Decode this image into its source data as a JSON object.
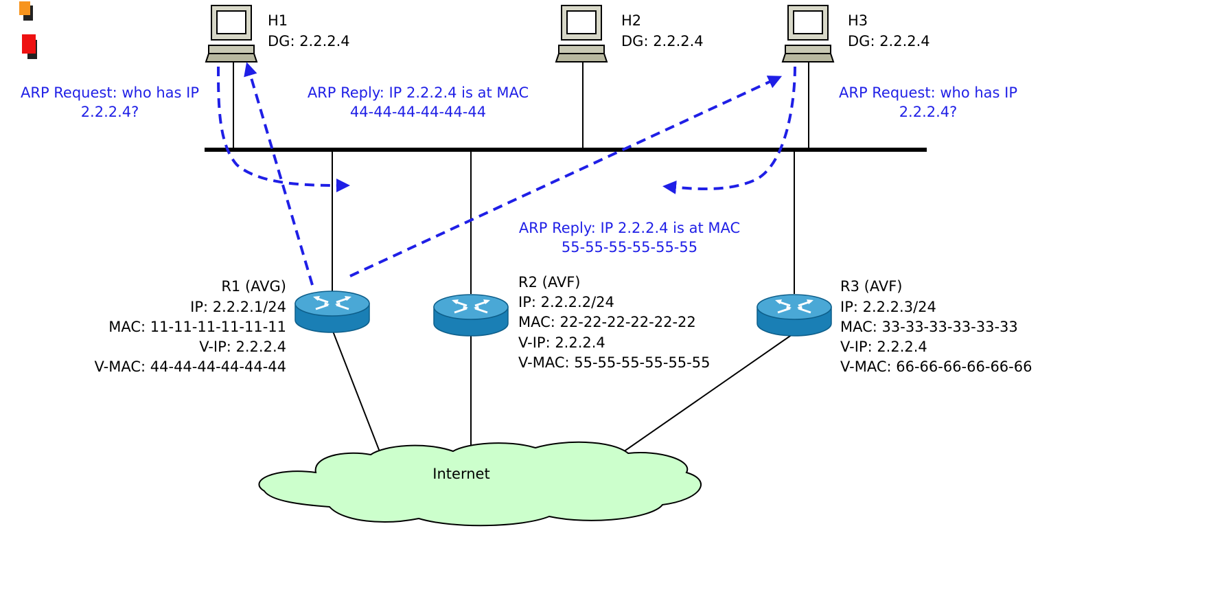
{
  "colors": {
    "annotation": "#1f1fe6",
    "router_top": "#4aa8d6",
    "router_side": "#1a7fb5",
    "cloud": "#ccffcc",
    "bullet_orange": "#f7941d",
    "bullet_red": "#ee1111"
  },
  "icons": {
    "host": "desktop-computer-icon",
    "router": "router-icon",
    "cloud": "cloud-icon"
  },
  "hosts": [
    {
      "name": "H1",
      "dg": "DG: 2.2.2.4"
    },
    {
      "name": "H2",
      "dg": "DG: 2.2.2.4"
    },
    {
      "name": "H3",
      "dg": "DG: 2.2.2.4"
    }
  ],
  "routers": [
    {
      "name": "R1 (AVG)",
      "ip": "IP: 2.2.2.1/24",
      "mac": "MAC: 11-11-11-11-11-11",
      "vip": "V-IP: 2.2.2.4",
      "vmac": "V-MAC: 44-44-44-44-44-44"
    },
    {
      "name": "R2 (AVF)",
      "ip": "IP: 2.2.2.2/24",
      "mac": "MAC: 22-22-22-22-22-22",
      "vip": "V-IP: 2.2.2.4",
      "vmac": "V-MAC: 55-55-55-55-55-55"
    },
    {
      "name": "R3 (AVF)",
      "ip": "IP: 2.2.2.3/24",
      "mac": "MAC: 33-33-33-33-33-33",
      "vip": "V-IP: 2.2.2.4",
      "vmac": "V-MAC: 66-66-66-66-66-66"
    }
  ],
  "annotations": {
    "h1_request": [
      "ARP Request: who has IP",
      "2.2.2.4?"
    ],
    "r1_reply": [
      "ARP Reply: IP 2.2.2.4 is at MAC",
      "44-44-44-44-44-44"
    ],
    "h3_request": [
      "ARP Request: who has IP",
      "2.2.2.4?"
    ],
    "r2_reply": [
      "ARP Reply: IP 2.2.2.4 is at MAC",
      "55-55-55-55-55-55"
    ]
  },
  "cloud_label": "Internet"
}
